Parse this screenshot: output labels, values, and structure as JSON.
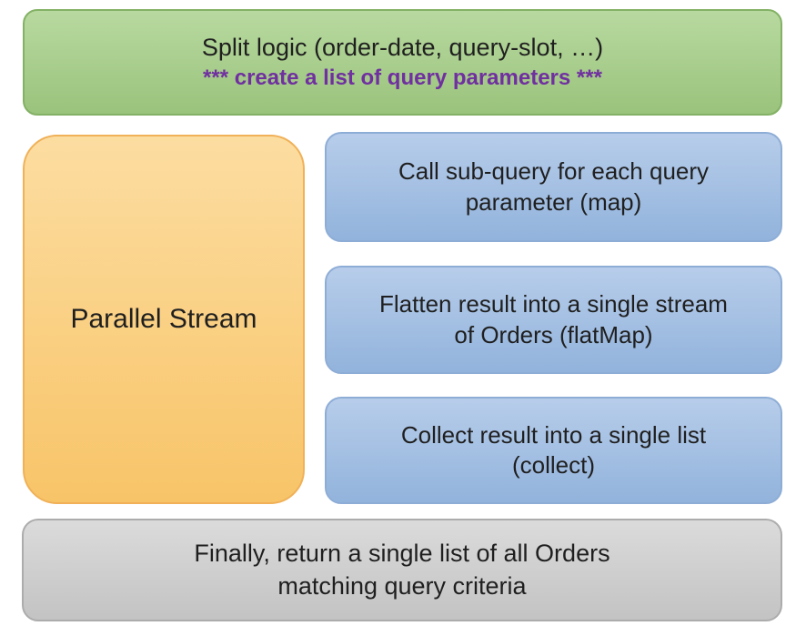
{
  "colors": {
    "background": "#ffffff",
    "text": "#1f1f1f",
    "purple_accent": "#7030a0",
    "green_fill": "#a9cf8e",
    "green_border": "#83b165",
    "orange_fill": "#fad084",
    "orange_border": "#f0b158",
    "blue_fill": "#a4c0e3",
    "blue_border": "#8eadd6",
    "gray_fill": "#cecece",
    "gray_border": "#acacac"
  },
  "split_box": {
    "title": "Split logic (order-date, query-slot, …)",
    "subtitle": "*** create a list of query parameters ***"
  },
  "parallel_box": {
    "label": "Parallel Stream"
  },
  "steps": [
    {
      "label": "Call sub-query for each query\nparameter (map)"
    },
    {
      "label": "Flatten result into a single stream\nof Orders (flatMap)"
    },
    {
      "label": "Collect result into a single list\n(collect)"
    }
  ],
  "final_box": {
    "label": "Finally, return a single list of all Orders\nmatching query criteria"
  }
}
